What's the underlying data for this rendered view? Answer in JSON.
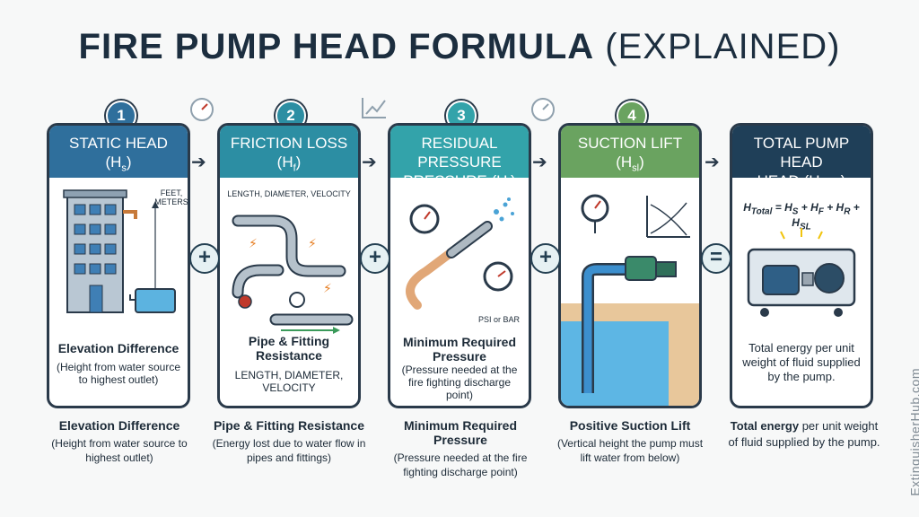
{
  "title": {
    "bold": "FIRE PUMP HEAD FORMULA",
    "normal": "(EXPLAINED)"
  },
  "colors": {
    "static": "#2f6f9c",
    "friction": "#2c8ea3",
    "residual": "#33a3aa",
    "suction": "#6aa360",
    "total": "#1f3f58"
  },
  "steps": [
    {
      "num": "1",
      "header": "STATIC HEAD",
      "sym": "(Hs)",
      "tags": [
        "FEET,",
        "METERS"
      ],
      "card_title": "Elevation Difference",
      "card_sub": "(Height from water source to highest outlet)",
      "low_title": "Elevation Difference",
      "low_sub": "(Height from water source to highest outlet)"
    },
    {
      "num": "2",
      "header": "FRICTION LOSS",
      "sym": "(Hf)",
      "tag_top": "LENGTH, DIAMETER, VELOCITY",
      "card_title": "Pipe & Fitting Resistance",
      "card_sub": "LENGTH, DIAMETER, VELOCITY",
      "low_title": "Pipe & Fitting Resistance",
      "low_sub": "(Energy lost due to water flow in pipes and fittings)"
    },
    {
      "num": "3",
      "header": "RESIDUAL PRESSURE",
      "sym": "(Hr)",
      "tag": "PSI or BAR",
      "card_title": "Minimum Required Pressure",
      "card_sub": "(Pressure needed at the fire fighting discharge point)",
      "low_title": "Minimum Required Pressure",
      "low_sub": "(Pressure needed at the fire fighting discharge point)"
    },
    {
      "num": "4",
      "header": "SUCTION LIFT",
      "sym": "(Hsl)",
      "low_title": "Positive Suction Lift",
      "low_sub": "(Vertical height the pump must lift water from below)"
    },
    {
      "header": "TOTAL PUMP HEAD",
      "sym": "(HTotal)",
      "formula": "HTotal = HS + HF + HR + HSL",
      "card_sub": "Total energy per unit weight of fluid supplied by the pump.",
      "low_title": "Total energy",
      "low_sub": "per unit weight of fluid supplied by the pump."
    }
  ],
  "operators": [
    "+",
    "+",
    "+",
    "="
  ],
  "watermark": "ExtinguisherHub.com"
}
